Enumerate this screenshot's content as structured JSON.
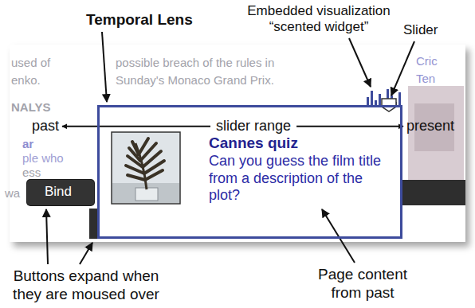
{
  "diagram": {
    "nodes": [
      {
        "text": [
          "Cannes quiz",
          "Can you guess the film title from a description of the plot?"
        ]
      },
      {
        "text": [
          "Bind"
        ]
      }
    ],
    "labels": [
      "Embedded visualization “scented widget”",
      "Temporal Lens",
      "Slider",
      "used of",
      "possible breach of the rules in",
      "Cric",
      "enko.",
      "Sunday's Monaco Grand Prix.",
      "Ten",
      "NALYS",
      "past",
      "slider range",
      "present",
      "ar",
      "ple who",
      "ess",
      "wa",
      "Buttons expand when they are moused over",
      "Page content from past"
    ]
  }
}
